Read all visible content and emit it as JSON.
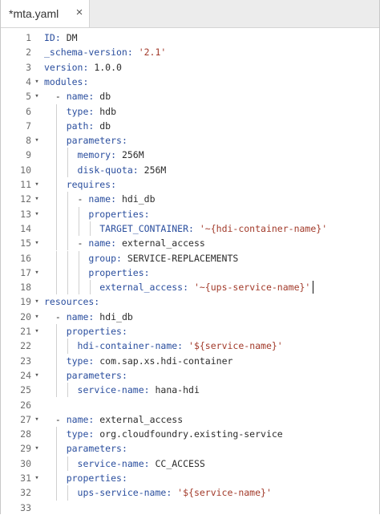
{
  "tab": {
    "title": "*mta.yaml",
    "close_icon": "×"
  },
  "lines": [
    {
      "n": "1",
      "fold": false,
      "indent": "",
      "parts": [
        {
          "t": "ID: ",
          "c": "k"
        },
        {
          "t": "DM",
          "c": "p"
        }
      ]
    },
    {
      "n": "2",
      "fold": false,
      "indent": "",
      "parts": [
        {
          "t": "_schema-version: ",
          "c": "k"
        },
        {
          "t": "'2.1'",
          "c": "s"
        }
      ]
    },
    {
      "n": "3",
      "fold": false,
      "indent": "",
      "parts": [
        {
          "t": "version: ",
          "c": "k"
        },
        {
          "t": "1.0.0",
          "c": "p"
        }
      ]
    },
    {
      "n": "4",
      "fold": true,
      "indent": "",
      "parts": [
        {
          "t": "modules:",
          "c": "k"
        }
      ]
    },
    {
      "n": "5",
      "fold": true,
      "indent": "  ",
      "parts": [
        {
          "t": "- ",
          "c": "p"
        },
        {
          "t": "name: ",
          "c": "k"
        },
        {
          "t": "db",
          "c": "p"
        }
      ]
    },
    {
      "n": "6",
      "fold": false,
      "indent": "    ",
      "parts": [
        {
          "t": "type: ",
          "c": "k"
        },
        {
          "t": "hdb",
          "c": "p"
        }
      ]
    },
    {
      "n": "7",
      "fold": false,
      "indent": "    ",
      "parts": [
        {
          "t": "path: ",
          "c": "k"
        },
        {
          "t": "db",
          "c": "p"
        }
      ]
    },
    {
      "n": "8",
      "fold": true,
      "indent": "    ",
      "parts": [
        {
          "t": "parameters:",
          "c": "k"
        }
      ]
    },
    {
      "n": "9",
      "fold": false,
      "indent": "      ",
      "parts": [
        {
          "t": "memory: ",
          "c": "k"
        },
        {
          "t": "256M",
          "c": "p"
        }
      ]
    },
    {
      "n": "10",
      "fold": false,
      "indent": "      ",
      "parts": [
        {
          "t": "disk-quota: ",
          "c": "k"
        },
        {
          "t": "256M",
          "c": "p"
        }
      ]
    },
    {
      "n": "11",
      "fold": true,
      "indent": "    ",
      "parts": [
        {
          "t": "requires:",
          "c": "k"
        }
      ]
    },
    {
      "n": "12",
      "fold": true,
      "indent": "      ",
      "parts": [
        {
          "t": "- ",
          "c": "p"
        },
        {
          "t": "name: ",
          "c": "k"
        },
        {
          "t": "hdi_db",
          "c": "p"
        }
      ]
    },
    {
      "n": "13",
      "fold": true,
      "indent": "        ",
      "parts": [
        {
          "t": "properties:",
          "c": "k"
        }
      ]
    },
    {
      "n": "14",
      "fold": false,
      "indent": "          ",
      "parts": [
        {
          "t": "TARGET_CONTAINER: ",
          "c": "k"
        },
        {
          "t": "'~{hdi-container-name}'",
          "c": "s"
        }
      ]
    },
    {
      "n": "15",
      "fold": true,
      "indent": "      ",
      "parts": [
        {
          "t": "- ",
          "c": "p"
        },
        {
          "t": "name: ",
          "c": "k"
        },
        {
          "t": "external_access",
          "c": "p"
        }
      ]
    },
    {
      "n": "16",
      "fold": false,
      "indent": "        ",
      "parts": [
        {
          "t": "group: ",
          "c": "k"
        },
        {
          "t": "SERVICE-REPLACEMENTS",
          "c": "p"
        }
      ]
    },
    {
      "n": "17",
      "fold": true,
      "indent": "        ",
      "parts": [
        {
          "t": "properties:",
          "c": "k"
        }
      ]
    },
    {
      "n": "18",
      "fold": false,
      "indent": "          ",
      "parts": [
        {
          "t": "external_access: ",
          "c": "k"
        },
        {
          "t": "'~{ups-service-name}'",
          "c": "s"
        }
      ]
    },
    {
      "n": "19",
      "fold": true,
      "indent": "",
      "parts": [
        {
          "t": "resources:",
          "c": "k"
        }
      ]
    },
    {
      "n": "20",
      "fold": true,
      "indent": "  ",
      "parts": [
        {
          "t": "- ",
          "c": "p"
        },
        {
          "t": "name: ",
          "c": "k"
        },
        {
          "t": "hdi_db",
          "c": "p"
        }
      ]
    },
    {
      "n": "21",
      "fold": true,
      "indent": "    ",
      "parts": [
        {
          "t": "properties:",
          "c": "k"
        }
      ]
    },
    {
      "n": "22",
      "fold": false,
      "indent": "      ",
      "parts": [
        {
          "t": "hdi-container-name: ",
          "c": "k"
        },
        {
          "t": "'${service-name}'",
          "c": "s"
        }
      ]
    },
    {
      "n": "23",
      "fold": false,
      "indent": "    ",
      "parts": [
        {
          "t": "type: ",
          "c": "k"
        },
        {
          "t": "com.sap.xs.hdi-container",
          "c": "p"
        }
      ]
    },
    {
      "n": "24",
      "fold": true,
      "indent": "    ",
      "parts": [
        {
          "t": "parameters:",
          "c": "k"
        }
      ]
    },
    {
      "n": "25",
      "fold": false,
      "indent": "      ",
      "parts": [
        {
          "t": "service-name: ",
          "c": "k"
        },
        {
          "t": "hana-hdi",
          "c": "p"
        }
      ]
    },
    {
      "n": "26",
      "fold": false,
      "indent": "",
      "parts": []
    },
    {
      "n": "27",
      "fold": true,
      "indent": "  ",
      "parts": [
        {
          "t": "- ",
          "c": "p"
        },
        {
          "t": "name: ",
          "c": "k"
        },
        {
          "t": "external_access",
          "c": "p"
        }
      ]
    },
    {
      "n": "28",
      "fold": false,
      "indent": "    ",
      "parts": [
        {
          "t": "type: ",
          "c": "k"
        },
        {
          "t": "org.cloudfoundry.existing-service",
          "c": "p"
        }
      ]
    },
    {
      "n": "29",
      "fold": true,
      "indent": "    ",
      "parts": [
        {
          "t": "parameters:",
          "c": "k"
        }
      ]
    },
    {
      "n": "30",
      "fold": false,
      "indent": "      ",
      "parts": [
        {
          "t": "service-name: ",
          "c": "k"
        },
        {
          "t": "CC_ACCESS",
          "c": "p"
        }
      ]
    },
    {
      "n": "31",
      "fold": true,
      "indent": "    ",
      "parts": [
        {
          "t": "properties:",
          "c": "k"
        }
      ]
    },
    {
      "n": "32",
      "fold": false,
      "indent": "      ",
      "parts": [
        {
          "t": "ups-service-name: ",
          "c": "k"
        },
        {
          "t": "'${service-name}'",
          "c": "s"
        }
      ]
    },
    {
      "n": "33",
      "fold": false,
      "indent": "",
      "parts": []
    }
  ],
  "colors": {
    "key": "#2a4e9e",
    "string": "#a23a2a",
    "plain": "#2b2b2b",
    "line_number": "#6d6d6d"
  }
}
